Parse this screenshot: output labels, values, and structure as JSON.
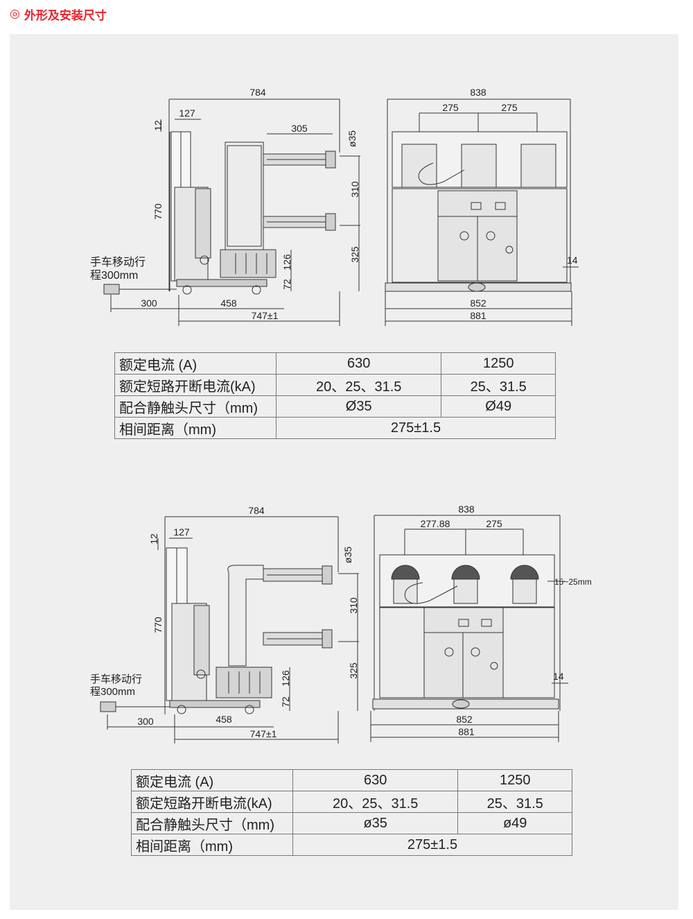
{
  "header": {
    "marker": "◎",
    "title": "外形及安装尺寸"
  },
  "diagram1": {
    "side": {
      "d784": "784",
      "d127": "127",
      "d12": "12",
      "d305": "305",
      "d35": "ø35",
      "d770": "770",
      "d310": "310",
      "d325": "325",
      "d126": "126",
      "d72": "72",
      "d300": "300",
      "d458": "458",
      "d747": "747±1",
      "travel1": "手车移动行",
      "travel2": "程300mm"
    },
    "front": {
      "d838": "838",
      "d275a": "275",
      "d275b": "275",
      "d14": "14",
      "d852": "852",
      "d881": "881"
    }
  },
  "diagram2": {
    "side": {
      "d784": "784",
      "d127": "127",
      "d12": "12",
      "d35": "ø35",
      "d770": "770",
      "d310": "310",
      "d325": "325",
      "d126": "126",
      "d72": "72",
      "d300": "300",
      "d458": "458",
      "d747": "747±1",
      "travel1": "手车移动行",
      "travel2": "程300mm"
    },
    "front": {
      "d838": "838",
      "d277": "277.88",
      "d275": "275",
      "d1525": "15~25mm",
      "d14": "14",
      "d852": "852",
      "d881": "881"
    }
  },
  "table1": {
    "rows": [
      {
        "label": "额定电流 (A)",
        "c1": "630",
        "c2": "1250"
      },
      {
        "label": "额定短路开断电流(kA)",
        "c1": "20、25、31.5",
        "c2": "25、31.5"
      },
      {
        "label": "配合静触头尺寸（mm)",
        "c1": "Ø35",
        "c2": "Ø49"
      },
      {
        "label": "相间距离（mm)",
        "c1": "275±1.5"
      }
    ]
  },
  "table2": {
    "rows": [
      {
        "label": "额定电流 (A)",
        "c1": "630",
        "c2": "1250"
      },
      {
        "label": "额定短路开断电流(kA)",
        "c1": "20、25、31.5",
        "c2": "25、31.5"
      },
      {
        "label": "配合静触头尺寸（mm)",
        "c1": "ø35",
        "c2": "ø49"
      },
      {
        "label": "相间距离（mm)",
        "c1": "275±1.5"
      }
    ]
  }
}
